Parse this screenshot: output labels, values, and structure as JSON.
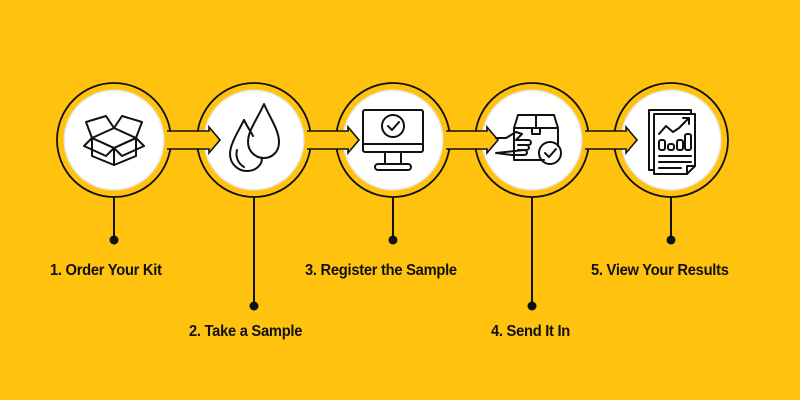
{
  "colors": {
    "background": "#FFC20E",
    "stroke": "#111111",
    "disc": "#FFFFFF",
    "disc_rim": "#E8E8E8"
  },
  "steps": [
    {
      "number": "1",
      "label": "1. Order Your Kit",
      "icon": "open-box-icon",
      "label_position": "upper"
    },
    {
      "number": "2",
      "label": "2. Take a Sample",
      "icon": "water-drops-icon",
      "label_position": "lower"
    },
    {
      "number": "3",
      "label": "3. Register the Sample",
      "icon": "monitor-check-icon",
      "label_position": "upper"
    },
    {
      "number": "4",
      "label": "4. Send It In",
      "icon": "hand-package-check-icon",
      "label_position": "lower"
    },
    {
      "number": "5",
      "label": "5. View Your Results",
      "icon": "report-chart-icon",
      "label_position": "upper"
    }
  ]
}
